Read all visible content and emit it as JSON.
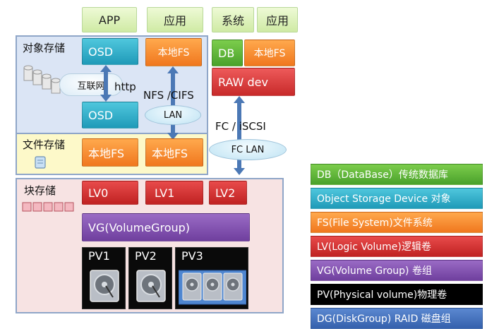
{
  "top": {
    "app": "APP",
    "app_center": "应用",
    "system": "系统",
    "app_right": "应用"
  },
  "object_storage": {
    "label": "对象存储",
    "osd_top": "OSD",
    "osd_bottom": "OSD",
    "internet": "互联网",
    "http": "http"
  },
  "center": {
    "local_fs": "本地FS",
    "nfs_cifs": "NFS /CIFS",
    "lan": "LAN"
  },
  "right": {
    "db": "DB",
    "local_fs": "本地FS",
    "raw_dev": "RAW dev",
    "fc_iscsi": "FC / iSCSI",
    "fc_lan": "FC LAN"
  },
  "file_storage": {
    "label": "文件存储",
    "local_fs_1": "本地FS",
    "local_fs_2": "本地FS"
  },
  "block_storage": {
    "label": "块存储",
    "lv0": "LV0",
    "lv1": "LV1",
    "lv2": "LV2",
    "vg": "VG(VolumeGroup)",
    "pv1": "PV1",
    "pv2": "PV2",
    "pv3": "PV3"
  },
  "legend": {
    "db": "DB（DataBase）传统数据库",
    "osd": "Object Storage  Device 对象",
    "fs": "FS(File System)文件系统",
    "lv": "LV(Logic Volume)逻辑卷",
    "vg": "VG(Volume Group) 卷组",
    "pv": "PV(Physical volume)物理卷",
    "dg": "DG(DiskGroup) RAID 磁盘组"
  },
  "colors": {
    "db": "#5cb83a",
    "osd": "#29a9c7",
    "fs": "#f58a2d",
    "lv": "#d63a3a",
    "vg": "#7f4fb0",
    "pv": "#000000",
    "dg": "#3b68b5",
    "region_object": "#dbe5f5",
    "region_file": "#fdf9c9",
    "region_block": "#f7e3e3"
  },
  "icons": {
    "database_stack": "database-stack-icon",
    "server": "server-icon",
    "disk_array": "disk-array-icon",
    "hard_disk": "hard-disk-icon",
    "arrow": "double-arrow-icon"
  }
}
